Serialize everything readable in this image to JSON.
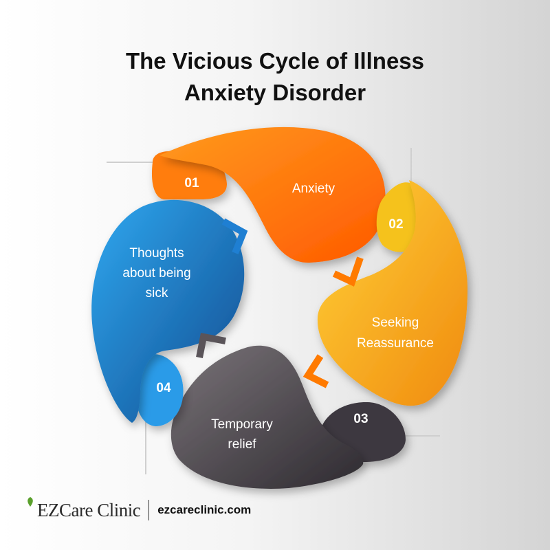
{
  "title": {
    "line1": "The  Vicious Cycle of Illness",
    "line2": "Anxiety Disorder"
  },
  "steps": [
    {
      "number": "01",
      "label_lines": [
        "Anxiety"
      ],
      "color": "#ff7a00"
    },
    {
      "number": "02",
      "label_lines": [
        "Seeking",
        "Reassurance"
      ],
      "color": "#f5b21a"
    },
    {
      "number": "03",
      "label_lines": [
        "Temporary",
        "relief"
      ],
      "color": "#5a5459"
    },
    {
      "number": "04",
      "label_lines": [
        "Thoughts",
        "about being",
        "sick"
      ],
      "color": "#1f7fd2"
    }
  ],
  "arrow_colors": [
    "#1f7fd2",
    "#ff7a00",
    "#ff7a00",
    "#5a5459"
  ],
  "footer": {
    "brand": "EZCare Clinic",
    "website": "ezcareclinic.com",
    "logo_icon": "leaf-icon",
    "logo_color": "#5aa02c"
  }
}
